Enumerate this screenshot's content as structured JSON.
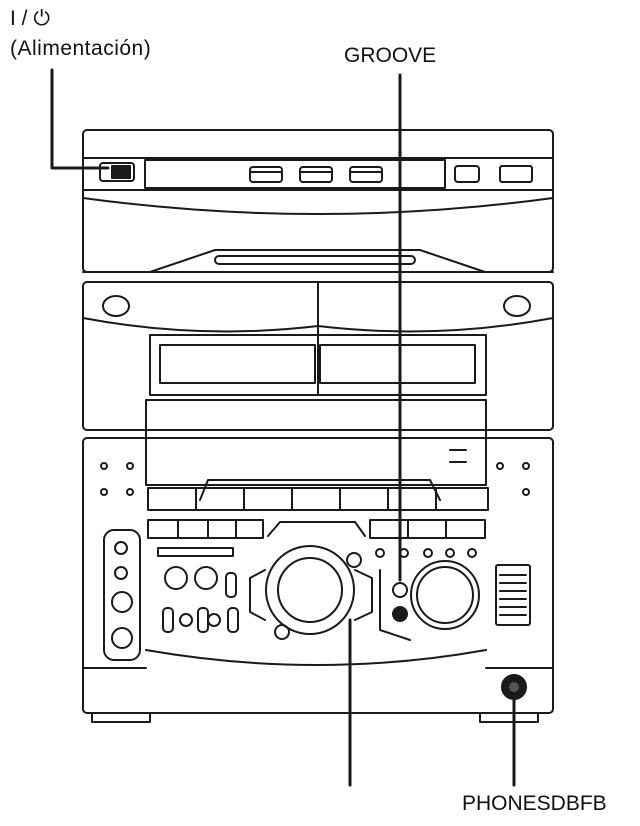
{
  "labels": {
    "power_symbol": "I / ⏻",
    "power_name": "(Alimentación)",
    "groove": "GROOVE",
    "phones": "PHONESDBFB"
  },
  "colors": {
    "line": "#1a1a1a",
    "fill_dark": "#2a2a2a",
    "fill_light": "#ffffff"
  }
}
